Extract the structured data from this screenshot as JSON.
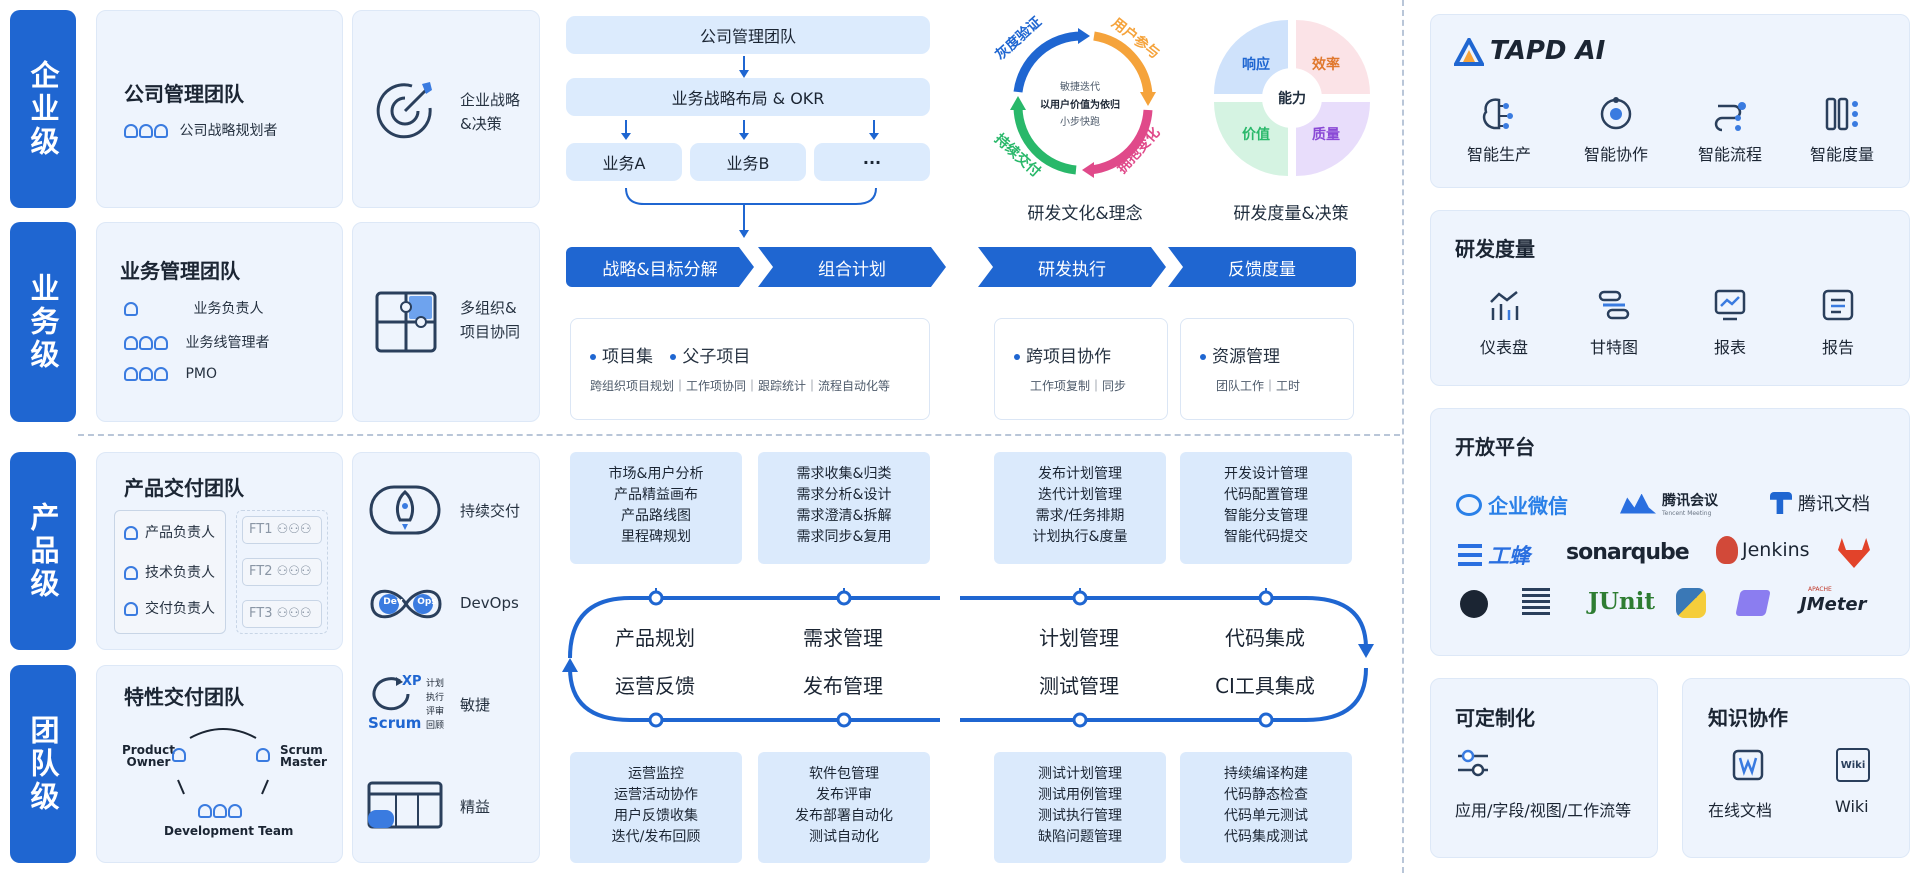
{
  "tiers": [
    "企业级",
    "业务级",
    "产品级",
    "团队级"
  ],
  "enterprise": {
    "team_title": "公司管理团队",
    "role": "公司战略规划者",
    "strategy_label": "企业战略\n&决策"
  },
  "business": {
    "team_title": "业务管理团队",
    "roles": [
      "业务负责人",
      "业务线管理者",
      "PMO"
    ],
    "collab_label": "多组织&\n项目协同"
  },
  "product": {
    "team_title": "产品交付团队",
    "roles": [
      "产品负责人",
      "技术负责人",
      "交付负责人"
    ],
    "ft": [
      "FT1",
      "FT2",
      "FT3"
    ]
  },
  "feature": {
    "team_title": "特性交付团队",
    "product_owner": "Product\nOwner",
    "scrum_master": "Scrum\nMaster",
    "dev_team": "Development Team"
  },
  "practices": [
    {
      "label": "持续交付"
    },
    {
      "label": "DevOps",
      "badges": [
        "Dev",
        "Ops"
      ]
    },
    {
      "label": "敏捷",
      "xp": "XP",
      "scrum": "Scrum",
      "steps": [
        "计划",
        "执行",
        "评审",
        "回顾"
      ]
    },
    {
      "label": "精益"
    }
  ],
  "flow": {
    "top": "公司管理团队",
    "second": "业务战略布局 & OKR",
    "branches": [
      "业务A",
      "业务B",
      "···"
    ],
    "arrows": [
      "战略&目标分解",
      "组合计划",
      "研发执行",
      "反馈度量"
    ]
  },
  "features": [
    {
      "title": "项目集",
      "title2": "父子项目",
      "desc": "跨组织项目规划｜工作项协同｜跟踪统计｜流程自动化等"
    },
    {
      "title": "跨项目协作",
      "desc": "工作项复制｜同步"
    },
    {
      "title": "资源管理",
      "desc": "团队工作｜工时"
    }
  ],
  "culture": {
    "center": [
      "敏捷迭代",
      "以用户价值为依归",
      "小步快跑"
    ],
    "arcs": [
      "灰度验证",
      "用户参与",
      "持续交付",
      "拥抱变化"
    ],
    "caption": "研发文化&理念"
  },
  "metric": {
    "center": "能力",
    "quadrants": [
      "响应",
      "效率",
      "价值",
      "质量"
    ],
    "caption": "研发度量&决策"
  },
  "top_boxes": [
    [
      "市场&用户分析",
      "产品精益画布",
      "产品路线图",
      "里程碑规划"
    ],
    [
      "需求收集&归类",
      "需求分析&设计",
      "需求澄清&拆解",
      "需求同步&复用"
    ],
    [
      "发布计划管理",
      "迭代计划管理",
      "需求/任务排期",
      "计划执行&度量"
    ],
    [
      "开发设计管理",
      "代码配置管理",
      "智能分支管理",
      "智能代码提交"
    ]
  ],
  "loop": {
    "top": [
      "产品规划",
      "需求管理",
      "计划管理",
      "代码集成"
    ],
    "bottom": [
      "运营反馈",
      "发布管理",
      "测试管理",
      "CI工具集成"
    ]
  },
  "bottom_boxes": [
    [
      "运营监控",
      "运营活动协作",
      "用户反馈收集",
      "迭代/发布回顾"
    ],
    [
      "软件包管理",
      "发布评审",
      "发布部署自动化",
      "测试自动化"
    ],
    [
      "测试计划管理",
      "测试用例管理",
      "测试执行管理",
      "缺陷问题管理"
    ],
    [
      "持续编译构建",
      "代码静态检查",
      "代码单元测试",
      "代码集成测试"
    ]
  ],
  "right": {
    "ai": {
      "logo": "TAPD AI",
      "items": [
        "智能生产",
        "智能协作",
        "智能流程",
        "智能度量"
      ]
    },
    "metrics": {
      "title": "研发度量",
      "items": [
        "仪表盘",
        "甘特图",
        "报表",
        "报告"
      ]
    },
    "open": {
      "title": "开放平台",
      "row1": [
        "企业微信",
        "腾讯会议",
        "腾讯文档"
      ],
      "meeting_sub": "Tencent Meeting",
      "row2": [
        "工蜂",
        "sonarqube",
        "Jenkins"
      ],
      "row3": [
        "JUnit",
        "JMeter"
      ],
      "apache": "APACHE"
    },
    "custom": {
      "title": "可定制化",
      "item": "应用/字段/视图/工作流等"
    },
    "knowledge": {
      "title": "知识协作",
      "items": [
        "在线文档",
        "Wiki"
      ],
      "wiki_icon": "Wiki"
    }
  },
  "colors": {
    "accent": "#1f66d1",
    "panel": "#eef4fd",
    "lightblue": "#dbeafc"
  }
}
